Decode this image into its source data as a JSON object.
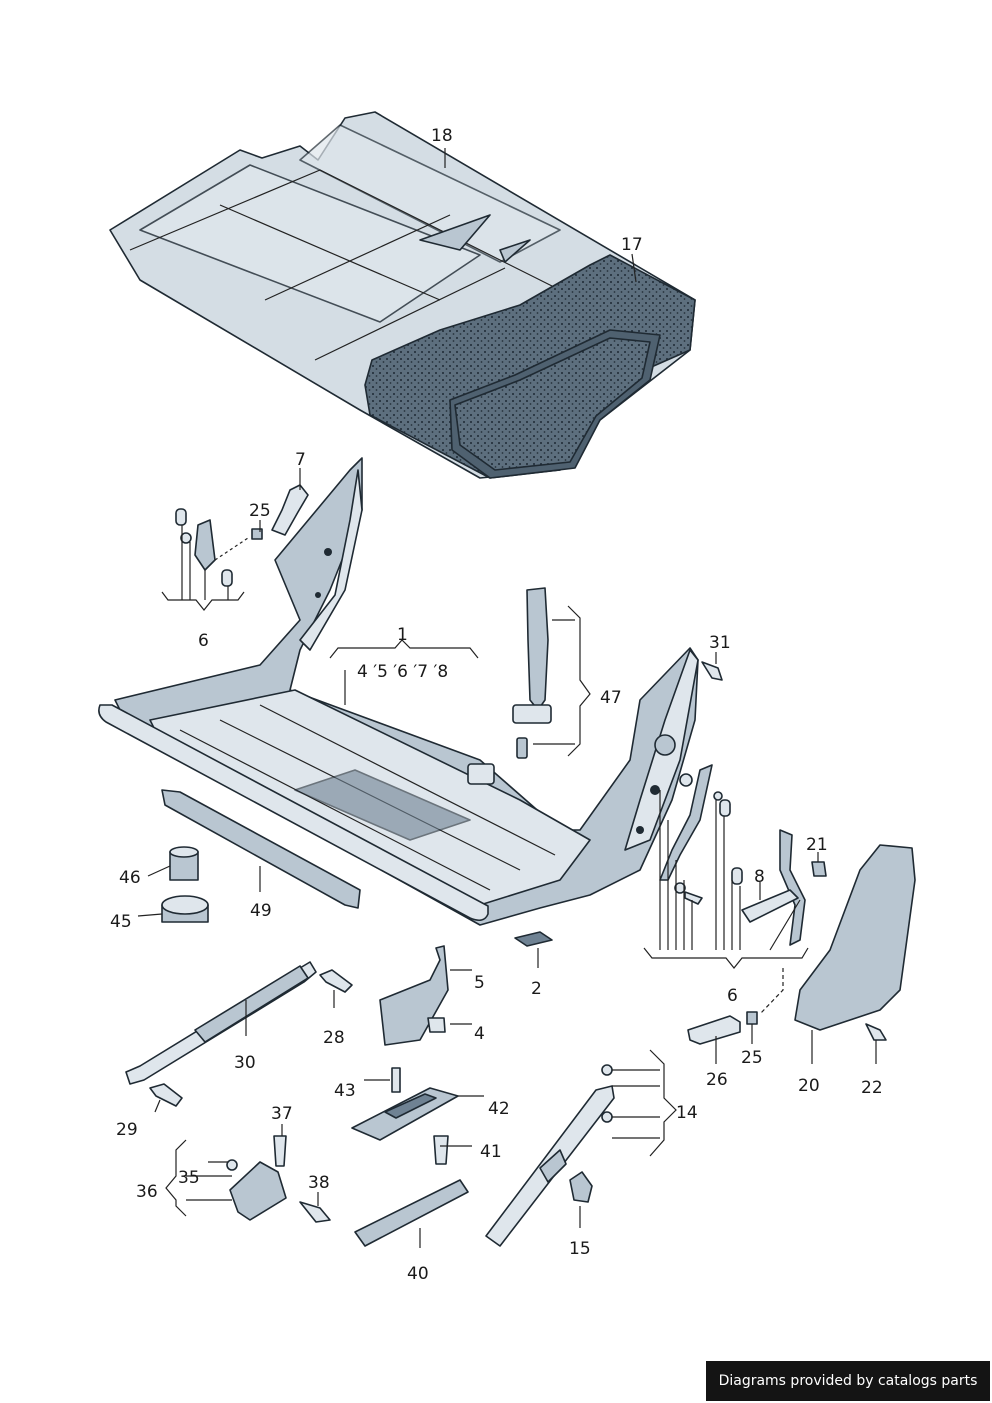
{
  "callouts": {
    "c18": "18",
    "c17": "17",
    "c7": "7",
    "c25a": "25",
    "c6a": "6",
    "c1": "1",
    "c1sub": "4 ′5 ′6 ′7 ′8",
    "c47": "47",
    "c31": "31",
    "c46": "46",
    "c45": "45",
    "c49": "49",
    "c2": "2",
    "c21": "21",
    "c8": "8",
    "c6b": "6",
    "c5": "5",
    "c4": "4",
    "c28": "28",
    "c30": "30",
    "c29": "29",
    "c43": "43",
    "c42": "42",
    "c14": "14",
    "c25b": "25",
    "c26": "26",
    "c20": "20",
    "c22": "22",
    "c41": "41",
    "c37": "37",
    "c35": "35",
    "c36": "36",
    "c38": "38",
    "c40": "40",
    "c15": "15"
  },
  "watermark": "Diagrams provided by catalogs parts"
}
